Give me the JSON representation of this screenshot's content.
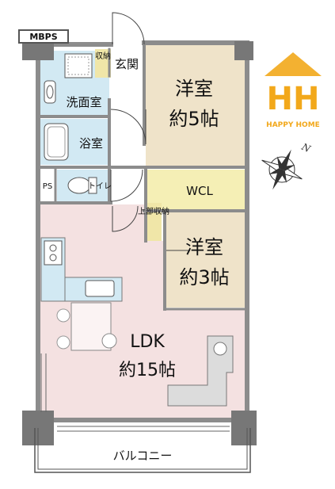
{
  "colors": {
    "wall": "#8c8c8c",
    "wall_dark": "#555555",
    "western_room": "#efe3c9",
    "wcl": "#f5efb5",
    "ldk": "#f4e1e1",
    "wet_area": "#d2e9f3",
    "storage": "#f0e6a8",
    "logo": "#f2a81b"
  },
  "labels": {
    "mbps": "MBPS",
    "storage_entrance": "収納",
    "entrance": "玄関",
    "washroom": "洗面室",
    "bathroom": "浴室",
    "ps": "PS",
    "toilet": "トイレ",
    "upper_storage": "上部収納",
    "western_room_1_name": "洋室",
    "western_room_1_size": "約5帖",
    "wcl": "WCL",
    "western_room_2_name": "洋室",
    "western_room_2_size": "約3帖",
    "ldk_name": "LDK",
    "ldk_size": "約15帖",
    "balcony": "バルコニー"
  },
  "logo": {
    "monogram": "HH",
    "brand": "HAPPY HOME"
  },
  "compass": {
    "north_mark": "N",
    "icon": "compass-rose-icon"
  }
}
